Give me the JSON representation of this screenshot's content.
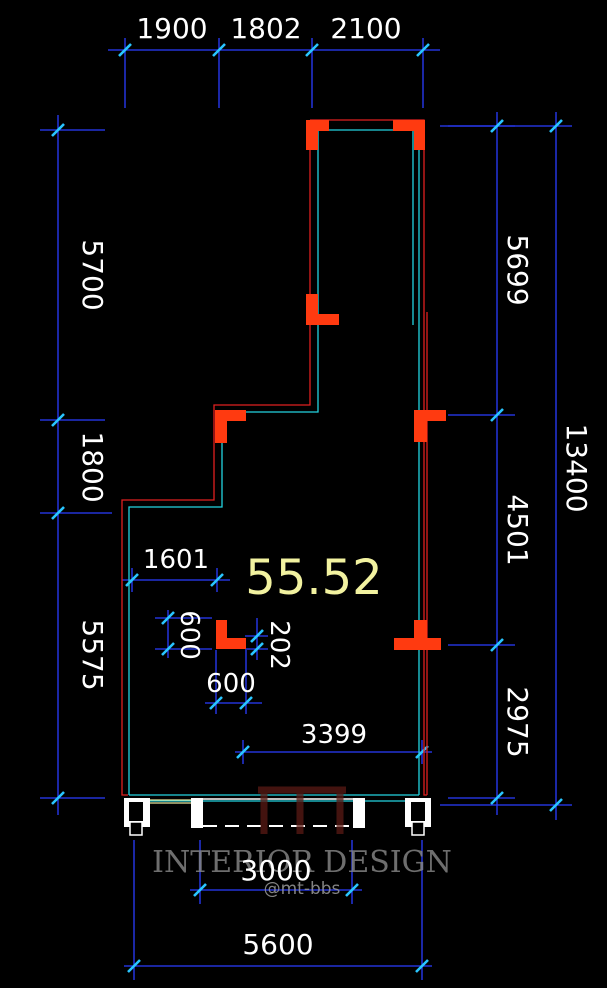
{
  "plan": {
    "area_label": "55.52",
    "top_dimensions": [
      "1900",
      "1802",
      "2100"
    ],
    "left_dimensions": [
      "5700",
      "1800",
      "5575"
    ],
    "right_dimensions": [
      "5699",
      "4501",
      "2975"
    ],
    "total_height": "13400",
    "interior_dimensions": {
      "width_1601": "1601",
      "column_600_vertical": "600",
      "column_202": "202",
      "column_600_horizontal": "600",
      "span_3399": "3399"
    },
    "opening_width": "3000",
    "bottom_total": "5600"
  },
  "colors": {
    "dimension_line": "#2a3cff",
    "wall_inner": "#23d3e0",
    "wall_outer": "#e02020",
    "column_fill": "#ff3a10",
    "tick": "#29c6ff"
  },
  "watermark": {
    "title": "INTERIOR DESIGN",
    "handle": "@mt-bbs"
  }
}
